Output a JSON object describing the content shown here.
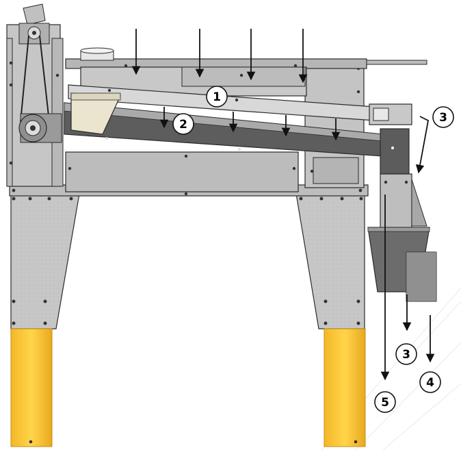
{
  "colors": {
    "frame_light": "#c9c9c9",
    "frame_mid": "#b8b8b8",
    "frame_dark": "#6a6a6a",
    "frame_darker": "#555555",
    "outline": "#2a2a2a",
    "leg_yellow": "#f6c12b",
    "leg_yellow_edge": "#e0a61c",
    "chute_cream": "#ebe4cf",
    "arrow": "#111111",
    "callout_fill": "#ffffff",
    "callout_stroke": "#111111"
  },
  "callouts": [
    {
      "id": "c1",
      "label": "1"
    },
    {
      "id": "c2",
      "label": "2"
    },
    {
      "id": "c3a",
      "label": "3"
    },
    {
      "id": "c3b",
      "label": "3"
    },
    {
      "id": "c4",
      "label": "4"
    },
    {
      "id": "c5",
      "label": "5"
    }
  ],
  "icons": {
    "drive_motor": "motor-icon",
    "drive_pulley": "pulley-icon",
    "inlet": "inlet-funnel-icon"
  }
}
